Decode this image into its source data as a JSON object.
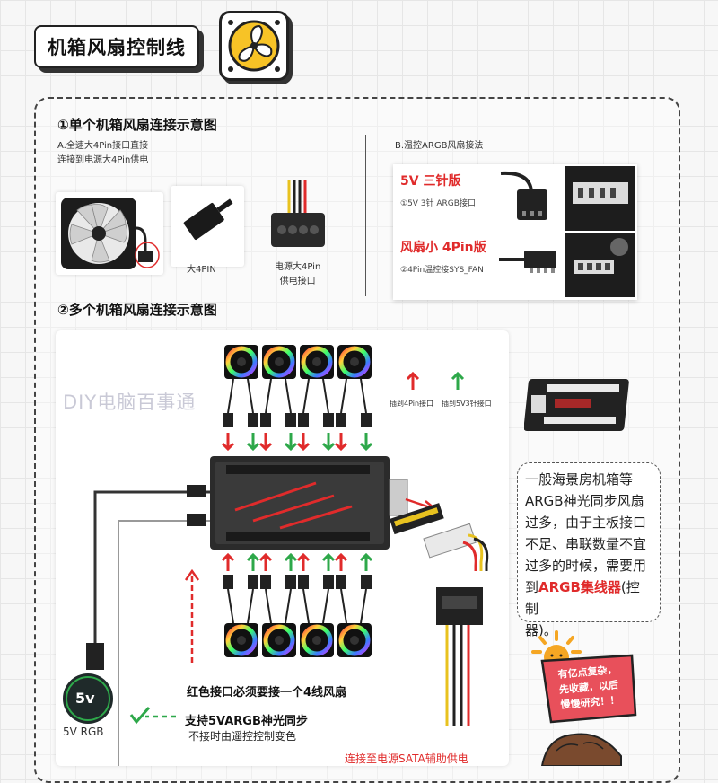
{
  "header": {
    "title": "机箱风扇控制线"
  },
  "section1": {
    "title": "①单个机箱风扇连接示意图",
    "a_line1": "A.全速大4Pin接口直接",
    "a_line2": "连接到电源大4Pin供电",
    "label_big4pin": "大4PIN",
    "label_psu_line1": "电源大4Pin",
    "label_psu_line2": "供电接口",
    "b_title": "B.温控ARGB风扇接法",
    "b_5v_title": "5V 三针版",
    "b_5v_sub": "①5V 3针 ARGB接口",
    "b_4pin_title": "风扇小 4Pin版",
    "b_4pin_sub": "②4Pin温控接SYS_FAN"
  },
  "section2": {
    "title": "②多个机箱风扇连接示意图",
    "watermark": "DIY电脑百事通",
    "legend_red": "插到4Pin接口",
    "legend_green": "插到5V3针接口",
    "red_note": "红色接口必须要接一个4线风扇",
    "green_note1": "支持5VARGB神光同步",
    "green_note2": "不接时由遥控控制变色",
    "badge": "5v",
    "label_5vrgb": "5V RGB",
    "sata_note": "连接至电源SATA辅助供电"
  },
  "note": {
    "line1": "一般海景房机箱等",
    "line2": "ARGB神光同步风扇",
    "line3": "过多，由于主板接口",
    "line4": "不足、串联数量不宜",
    "line5": "过多的时候，需要用",
    "line6_prefix": "到",
    "line6_highlight": "ARGB集线器",
    "line6_suffix": "(控制",
    "line7": "器)。"
  },
  "sticker": {
    "line1": "有亿点复杂，",
    "line2": "先收藏，以后",
    "line3": "慢慢研究！！"
  },
  "colors": {
    "red": "#e02b2b",
    "green": "#2ea84a",
    "sticker": "#e8505b",
    "sun": "#f5a623"
  }
}
